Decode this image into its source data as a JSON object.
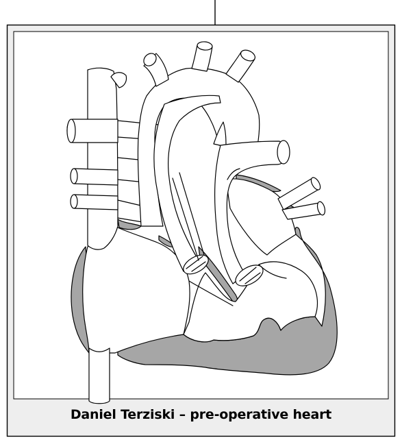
{
  "caption": "Daniel Terziski – pre-operative heart",
  "colors": {
    "background": "#ffffff",
    "frame_fill": "#eeeeee",
    "line": "#000000",
    "myocardium": "#a6a6a6",
    "vessel_fill": "#ffffff"
  },
  "illustration": {
    "subject": "pre-operative heart",
    "style": "line drawing with grey-shaded heart walls"
  }
}
